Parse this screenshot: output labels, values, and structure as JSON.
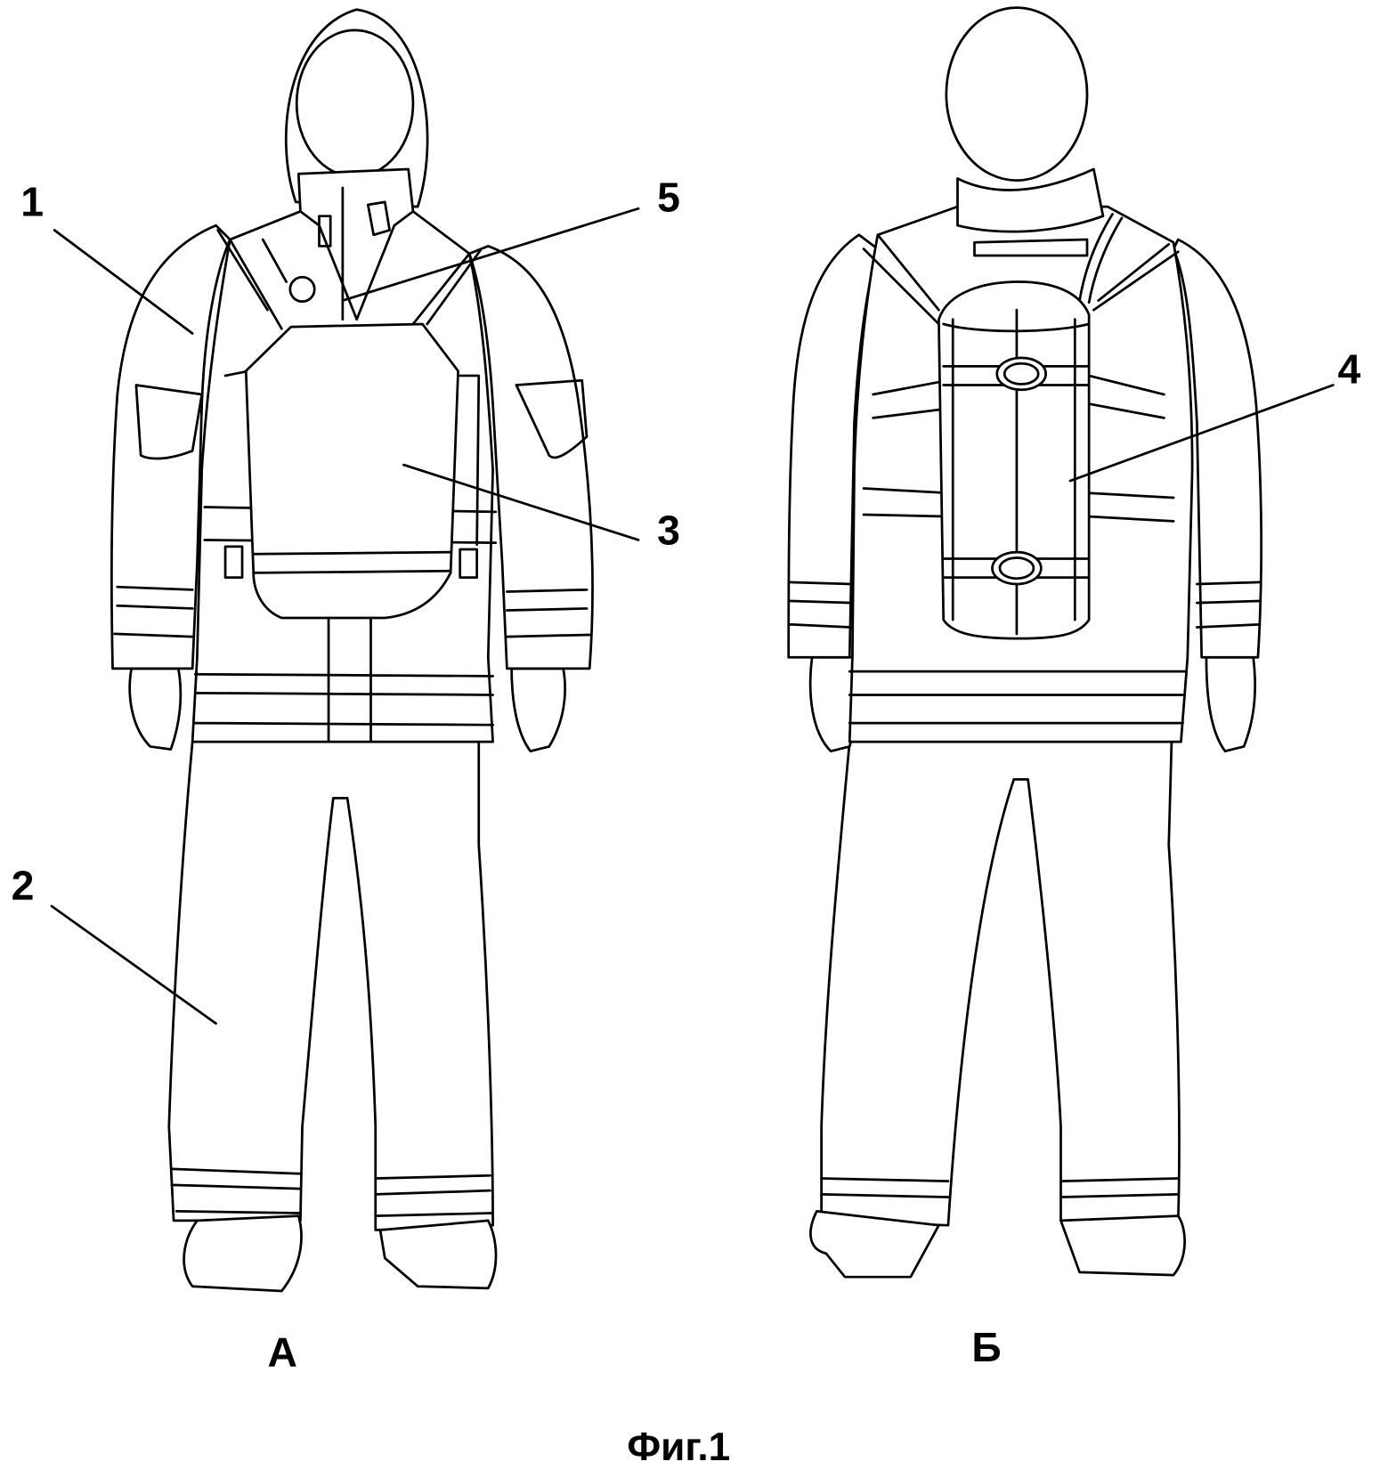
{
  "figure": {
    "caption": "Фиг.1",
    "views": [
      {
        "id": "front",
        "label": "А"
      },
      {
        "id": "back",
        "label": "Б"
      }
    ],
    "callouts": [
      {
        "number": "1",
        "part": "jacket"
      },
      {
        "number": "2",
        "part": "trousers"
      },
      {
        "number": "3",
        "part": "front-pack"
      },
      {
        "number": "4",
        "part": "back-pack"
      },
      {
        "number": "5",
        "part": "collar-strap"
      }
    ]
  }
}
